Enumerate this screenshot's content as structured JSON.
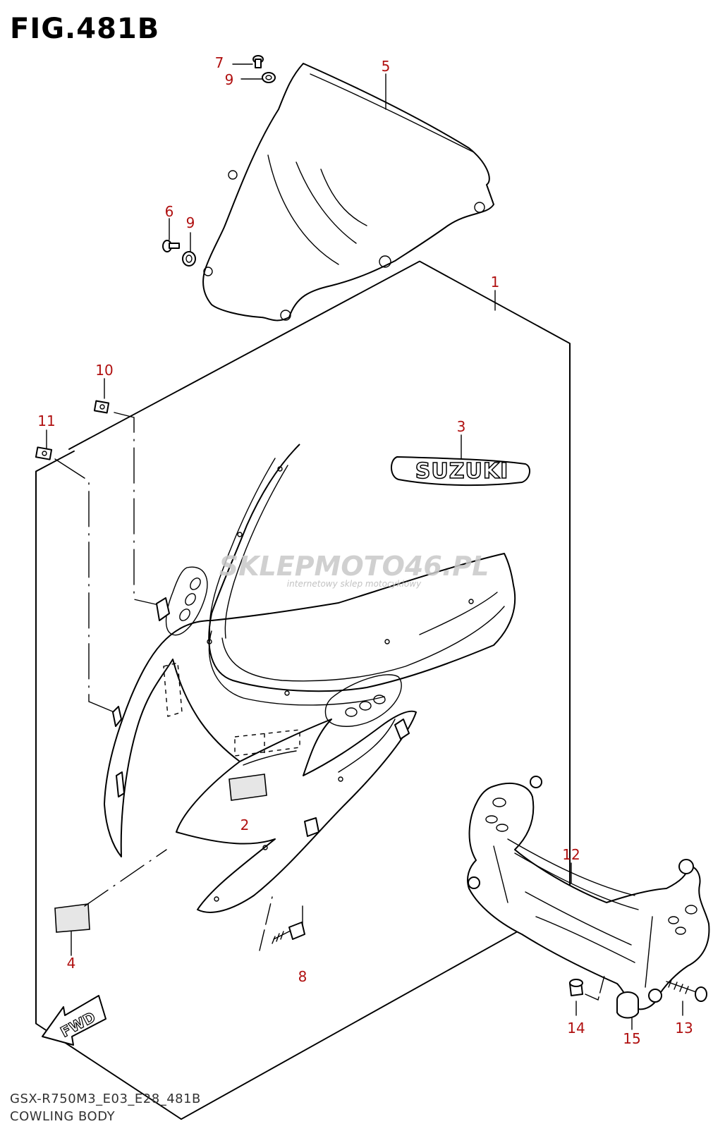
{
  "figure_title": "FIG.481B",
  "footer": {
    "code": "GSX-R750M3_E03_E28_481B",
    "name": "COWLING BODY"
  },
  "watermark": {
    "brand": "SKLEPMOTO46.PL",
    "tagline": "internetowy sklep motocyklowy"
  },
  "emblem_text": "SUZUKI",
  "fwd_text": "FWD",
  "callouts": [
    {
      "id": "1",
      "label": "1"
    },
    {
      "id": "2",
      "label": "2"
    },
    {
      "id": "3",
      "label": "3"
    },
    {
      "id": "4",
      "label": "4"
    },
    {
      "id": "5",
      "label": "5"
    },
    {
      "id": "6",
      "label": "6"
    },
    {
      "id": "7",
      "label": "7"
    },
    {
      "id": "8",
      "label": "8"
    },
    {
      "id": "9a",
      "label": "9"
    },
    {
      "id": "9b",
      "label": "9"
    },
    {
      "id": "10",
      "label": "10"
    },
    {
      "id": "11",
      "label": "11"
    },
    {
      "id": "12",
      "label": "12"
    },
    {
      "id": "13",
      "label": "13"
    },
    {
      "id": "14",
      "label": "14"
    },
    {
      "id": "15",
      "label": "15"
    }
  ],
  "colors": {
    "callout": "#b01010",
    "line": "#000000",
    "watermark_grey": "#c8c8c8",
    "watermark_red": "#e25050"
  }
}
